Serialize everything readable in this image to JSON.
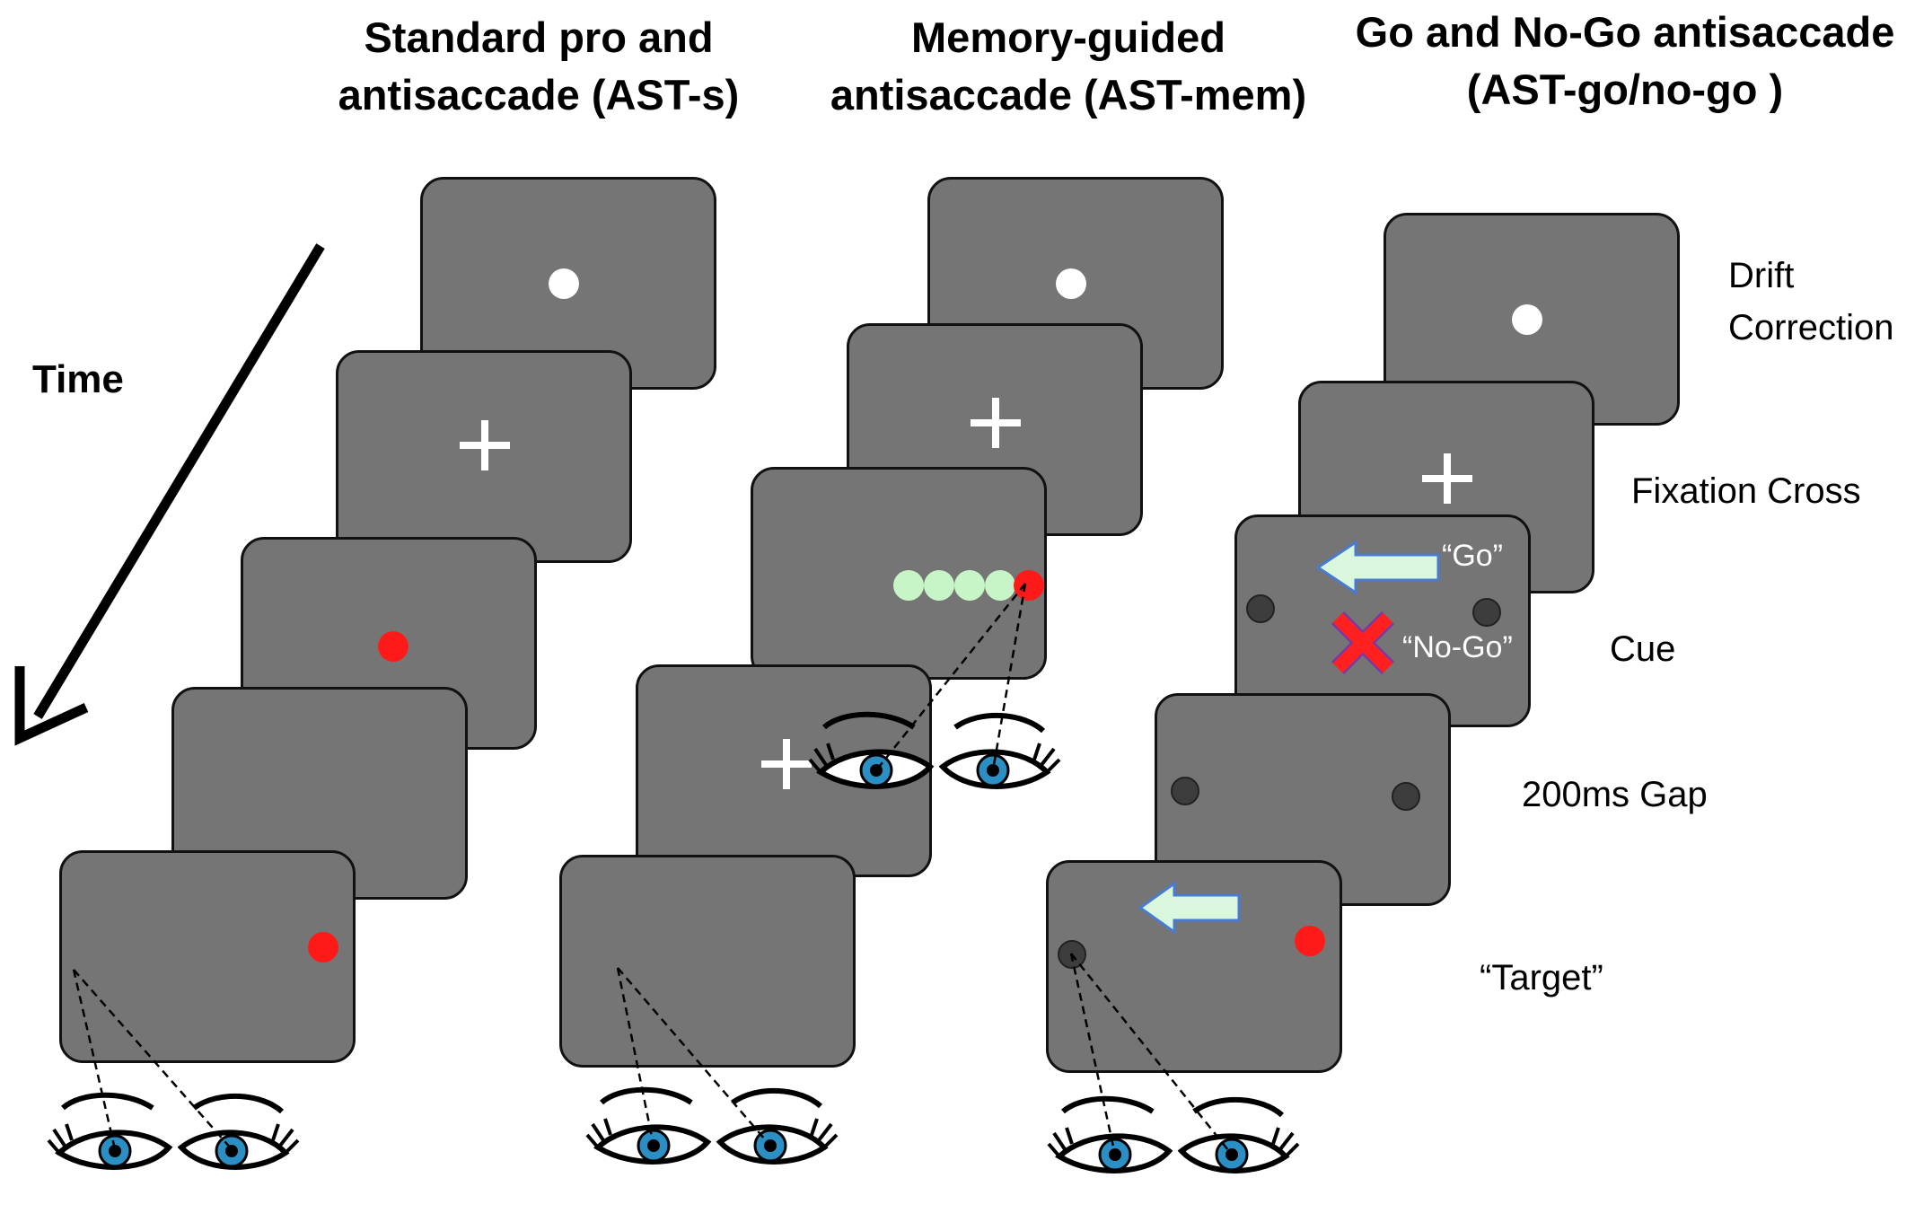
{
  "columns": [
    {
      "title_line1": "Standard pro and",
      "title_line2": "antisaccade (AST-s)"
    },
    {
      "title_line1": "Memory-guided",
      "title_line2": "antisaccade (AST-mem)"
    },
    {
      "title_line1": "Go and No-Go antisaccade",
      "title_line2": "(AST-go/no-go )"
    }
  ],
  "time_label": "Time",
  "steps": [
    {
      "line1": "Drift",
      "line2": "Correction"
    },
    {
      "line1": "Fixation Cross"
    },
    {
      "line1": "Cue"
    },
    {
      "line1": "200ms Gap"
    },
    {
      "line1": "“Target”"
    }
  ],
  "cue_text": {
    "go": "“Go”",
    "nogo": "“No-Go”"
  },
  "colors": {
    "screen": "#757575",
    "target": "#ff1a1a",
    "arrow": "#d9f7dc",
    "no_go_x": "#ff2020",
    "iris": "#2b8fc4"
  },
  "icons": [
    "fixation-dot",
    "fixation-cross",
    "red-target-dot",
    "placeholder-dot",
    "left-arrow-icon",
    "x-mark-icon",
    "eyes-icon",
    "time-arrow-icon"
  ]
}
